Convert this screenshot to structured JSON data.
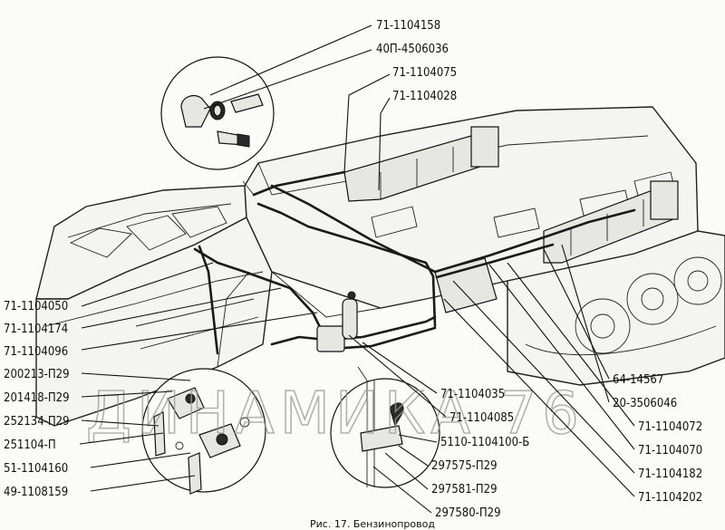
{
  "labels": {
    "l1": "71-1104158",
    "l2": "40П-4506036",
    "l3": "71-1104075",
    "l4": "71-1104028",
    "l5": "71-1104050",
    "l6": "71-1104174",
    "l7": "71-1104096",
    "l8": "200213-П29",
    "l9": "201418-П29",
    "l10": "252134-П29",
    "l11": "251104-П",
    "l12": "51-1104160",
    "l13": "49-1108159",
    "l14": "64-14567",
    "l15": "20-3506046",
    "l16": "71-1104072",
    "l17": "71-1104070",
    "l18": "71-1104182",
    "l19": "71-1104202",
    "l20": "71-1104035",
    "l21": "71-1104085",
    "l22": "5110-1104100-Б",
    "l23": "297575-П29",
    "l24": "297581-П29",
    "l25": "297580-П29"
  },
  "caption": "Рис. 17. Бензинопровод",
  "watermark": "ДИНАМИКА 76"
}
